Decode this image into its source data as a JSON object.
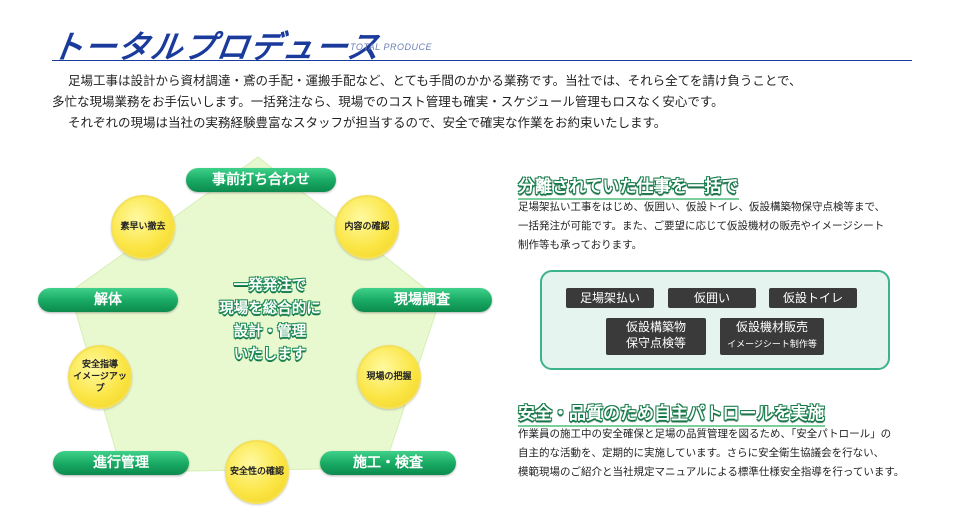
{
  "header": {
    "title": "トータルプロデュース",
    "subtitle": "TOTAL PRODUCE"
  },
  "intro": [
    "足場工事は設計から資材調達・鳶の手配・運搬手配など、とても手間のかかる業務です。当社では、それら全てを請け負うことで、",
    "多忙な現場業務をお手伝いします。一括発注なら、現場でのコスト管理も確実・スケジュール管理もロスなく安心です。",
    "それぞれの現場は当社の実務経験豊富なスタッフが担当するので、安全で確実な作業をお約束いたします。"
  ],
  "diagram": {
    "labels": {
      "top": "事前打ち合わせ",
      "left": "解体",
      "right": "現場調査",
      "bottom_left": "進行管理",
      "bottom_right": "施工・検査"
    },
    "circles": {
      "c1": "素早い撤去",
      "c2": "内容の確認",
      "c3": [
        "安全指導",
        "イメージアップ"
      ],
      "c4": "現場の把握",
      "c5": "安全性の確認"
    },
    "center": [
      "一発発注で",
      "現場を総合的に",
      "設計・管理",
      "いたします"
    ]
  },
  "section1": {
    "heading": "分離されていた仕事を一括で",
    "text": [
      "足場架払い工事をはじめ、仮囲い、仮設トイレ、仮設構築物保守点検等まで、",
      "一括発注が可能です。また、ご要望に応じて仮設機材の販売やイメージシート",
      "制作等も承っております。"
    ],
    "tags": {
      "t1": "足場架払い",
      "t2": "仮囲い",
      "t3": "仮設トイレ",
      "t4": [
        "仮設構築物",
        "保守点検等"
      ],
      "t5": [
        "仮設機材販売",
        "イメージシート制作等"
      ]
    }
  },
  "section2": {
    "heading": "安全・品質のため自主パトロールを実施",
    "text": [
      "作業員の施工中の安全確保と足場の品質管理を図るため、「安全パトロール」の",
      "自主的な活動を、定期的に実施しています。さらに安全衛生協議会を行ない、",
      "模範現場のご紹介と当社規定マニュアルによる標準仕様安全指導を行っています。"
    ]
  },
  "colors": {
    "title": "#1a3a9c",
    "green": "#17a862",
    "yellow": "#fbe647",
    "pentagon": "#e8f8cf"
  }
}
